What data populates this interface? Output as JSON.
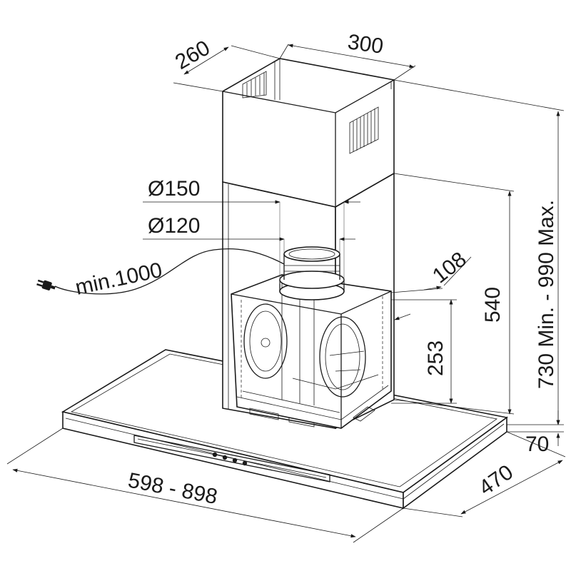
{
  "dimensions": {
    "chimney_depth": "260",
    "chimney_width": "300",
    "outlet_diameter_large": "Ø150",
    "outlet_diameter_small": "Ø120",
    "cable_length": "min.1000",
    "outlet_offset": "108",
    "motor_height": "253",
    "canopy_to_bracket": "540",
    "total_height": "730 Min. - 990 Max.",
    "canopy_thickness": "70",
    "canopy_depth": "470",
    "canopy_width": "598 - 898"
  },
  "colors": {
    "line": "#1a1a1a",
    "background": "#ffffff"
  },
  "icons": {
    "power_plug": "plug-icon"
  }
}
